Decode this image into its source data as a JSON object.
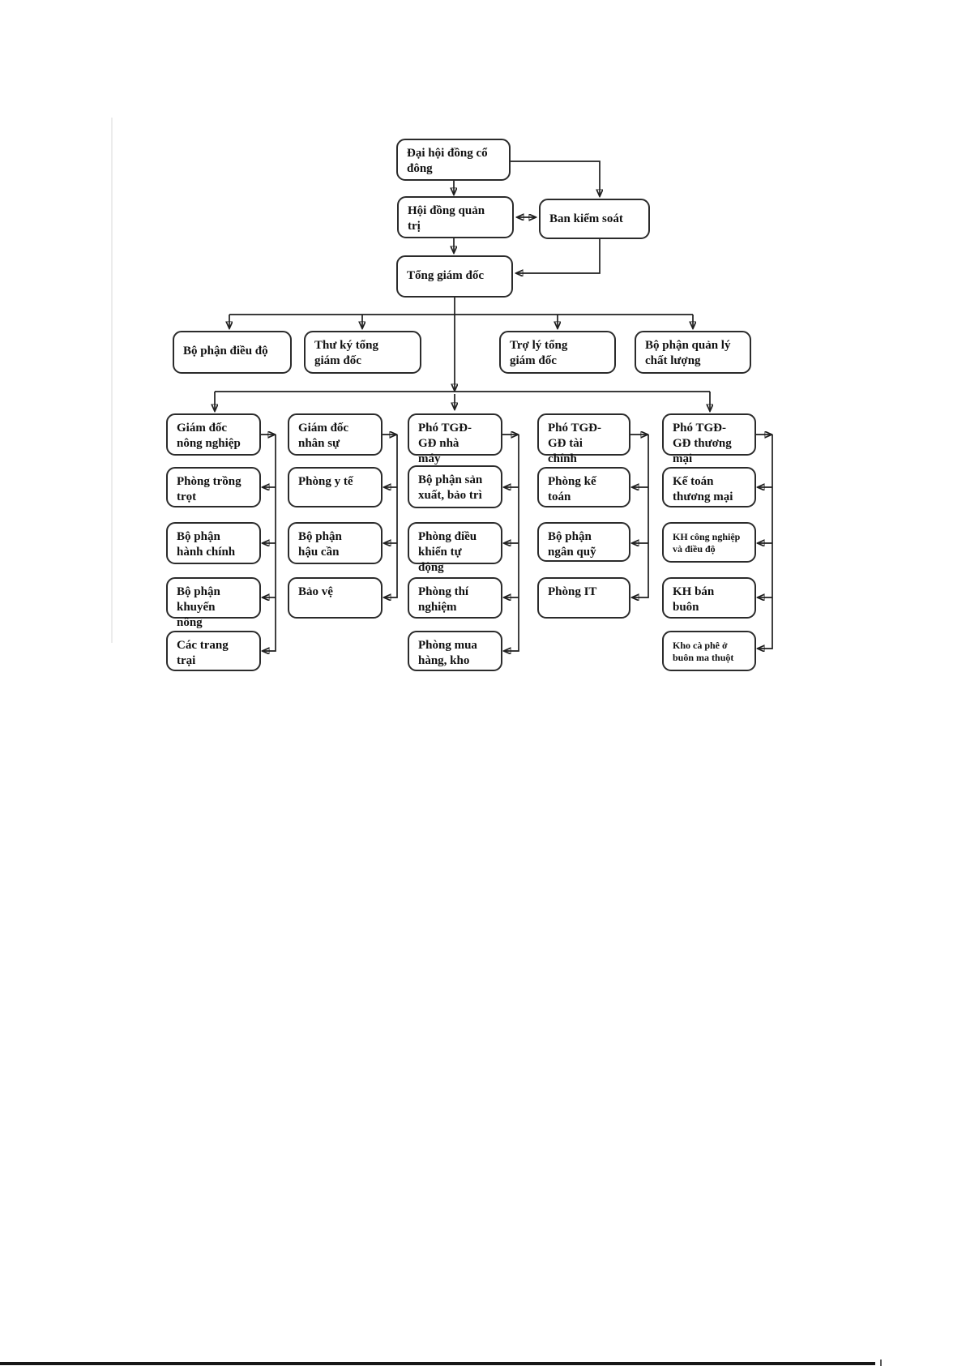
{
  "diagram": {
    "type": "org-chart",
    "colors": {
      "line": "#1f1f1f",
      "box_border": "#2b2b2b",
      "box_fill": "#ffffff",
      "text": "#111111"
    },
    "nodes": {
      "shareholders": "Đại hội đồng cổ\nđông",
      "board_of_directors": "Hội đồng quản\ntrị",
      "supervisory_board": "Ban kiểm soát",
      "general_director": "Tổng giám đốc",
      "dispatch_dept": "Bộ phận điều độ",
      "gd_secretary": "Thư ký tổng\ngiám đốc",
      "gd_assistant": "Trợ lý tổng\ngiám đốc",
      "quality_dept": "Bộ phận quản lý\nchất lượng",
      "agri_director": "Giám đốc\nnông nghiệp",
      "cultivation_dept": "Phòng trồng\ntrọt",
      "admin_dept": "Bộ phận\nhành chính",
      "extension_dept": "Bộ phận\nkhuyến\nnông",
      "farms": "Các trang\ntrại",
      "hr_director": "Giám đốc\nnhân sự",
      "medical_dept": "Phòng y tế",
      "logistics_dept": "Bộ phận\nhậu cần",
      "security": "Bảo vệ",
      "factory_vp": "Phó TGĐ-\nGĐ nhà\nmáy",
      "production_dept": "Bộ phận sản\nxuất, bảo trì",
      "automation_dept": "Phòng điều\nkhiển tự\nđộng",
      "laboratory": "Phòng thí\nnghiệm",
      "purchasing_dept": "Phòng mua\nhàng, kho",
      "finance_vp": "Phó TGĐ-\nGĐ tài\nchính",
      "accounting_dept": "Phòng kế\ntoán",
      "treasury_dept": "Bộ phận\nngân quỹ",
      "it_dept": "Phòng IT",
      "commercial_vp": "Phó TGĐ-\nGĐ thương\nmại",
      "commercial_accounting": "Kế toán\nthương mại",
      "industrial_customers": "KH công nghiệp\nvà điều độ",
      "wholesale_customers": "KH bán\nbuôn",
      "coffee_warehouse": "Kho cà phê ở\nbuôn ma thuột"
    },
    "edges": [
      {
        "from": "shareholders",
        "to": "board_of_directors"
      },
      {
        "from": "shareholders",
        "to": "supervisory_board"
      },
      {
        "from": "board_of_directors",
        "to": "supervisory_board",
        "style": "double-arrow"
      },
      {
        "from": "board_of_directors",
        "to": "general_director"
      },
      {
        "from": "supervisory_board",
        "to": "general_director"
      },
      {
        "from": "general_director",
        "to": "dispatch_dept"
      },
      {
        "from": "general_director",
        "to": "gd_secretary"
      },
      {
        "from": "general_director",
        "to": "gd_assistant"
      },
      {
        "from": "general_director",
        "to": "quality_dept"
      },
      {
        "from": "general_director",
        "to": "agri_director"
      },
      {
        "from": "general_director",
        "to": "factory_vp"
      },
      {
        "from": "general_director",
        "to": "commercial_vp"
      },
      {
        "from": "agri_director",
        "to": [
          "cultivation_dept",
          "admin_dept",
          "extension_dept",
          "farms"
        ]
      },
      {
        "from": "hr_director",
        "to": [
          "medical_dept",
          "logistics_dept",
          "security"
        ]
      },
      {
        "from": "factory_vp",
        "to": [
          "production_dept",
          "automation_dept",
          "laboratory",
          "purchasing_dept"
        ]
      },
      {
        "from": "finance_vp",
        "to": [
          "accounting_dept",
          "treasury_dept",
          "it_dept"
        ]
      },
      {
        "from": "commercial_vp",
        "to": [
          "commercial_accounting",
          "industrial_customers",
          "wholesale_customers",
          "coffee_warehouse"
        ]
      }
    ]
  }
}
